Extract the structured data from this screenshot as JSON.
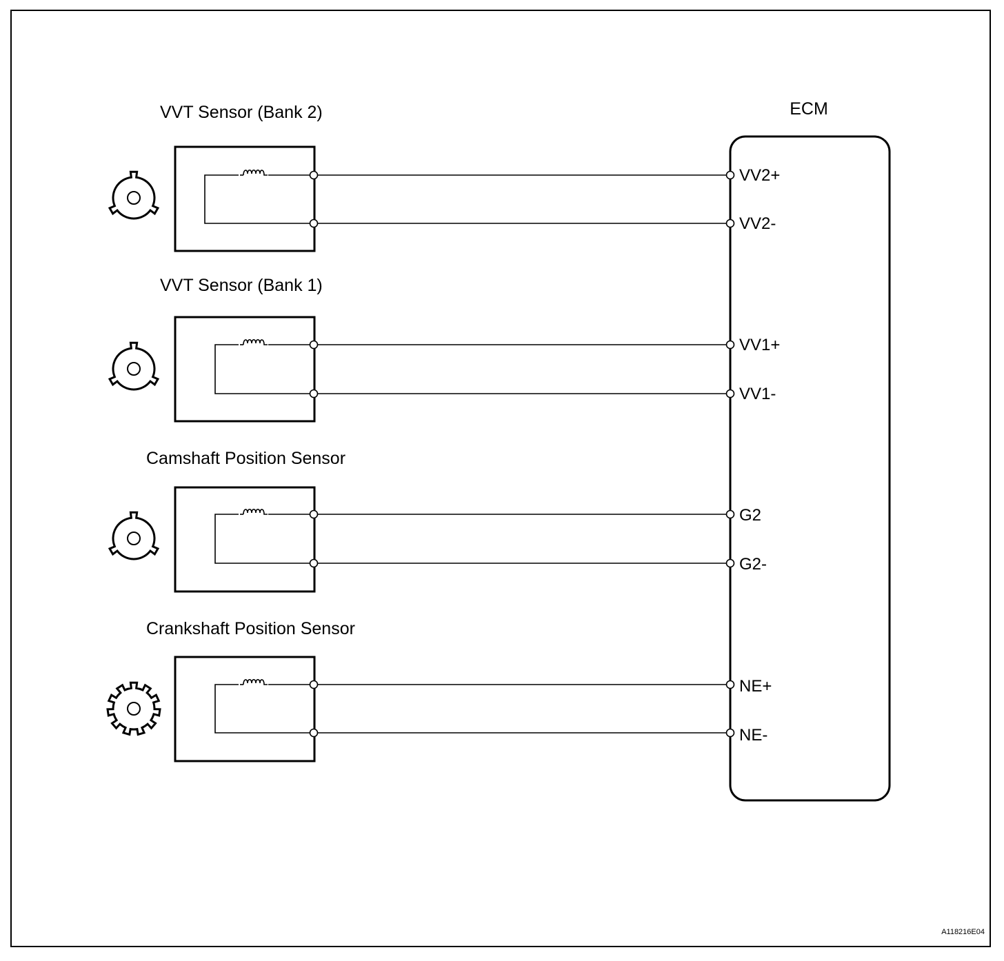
{
  "ecm": {
    "title": "ECM"
  },
  "sensors": [
    {
      "title": "VVT Sensor (Bank 2)",
      "rotor_icon": "three-tooth-rotor-icon",
      "pins": [
        "VV2+",
        "VV2-"
      ]
    },
    {
      "title": "VVT Sensor (Bank 1)",
      "rotor_icon": "three-tooth-rotor-icon",
      "pins": [
        "VV1+",
        "VV1-"
      ]
    },
    {
      "title": "Camshaft Position Sensor",
      "rotor_icon": "three-tooth-rotor-icon",
      "pins": [
        "G2",
        "G2-"
      ]
    },
    {
      "title": "Crankshaft Position Sensor",
      "rotor_icon": "multi-tooth-gear-icon",
      "pins": [
        "NE+",
        "NE-"
      ]
    }
  ],
  "drawing_id": "A118216E04",
  "colors": {
    "line": "#000000",
    "background": "#ffffff"
  }
}
